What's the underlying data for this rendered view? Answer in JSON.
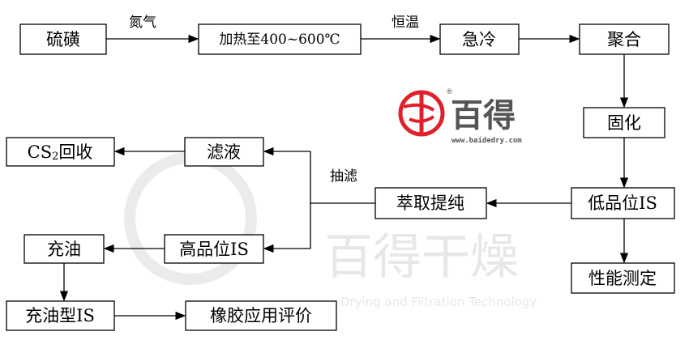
{
  "nodes": {
    "sulfur": "硫磺",
    "heat": "加热至400~600℃",
    "quench": "急冷",
    "hidden": "聚合",
    "cure": "固化",
    "low_is": "低品位IS",
    "test": "性能测定",
    "extract": "萃取提纯",
    "filtrate": "滤液",
    "cs2_main": "CS",
    "cs2_sub": "2",
    "cs2_tail": "回收",
    "high_is": "高品位IS",
    "oil": "充油",
    "oil_is": "充油型IS",
    "rubber": "橡胶应用评价"
  },
  "edge_labels": {
    "nitrogen": "氮气",
    "constant_temp": "恒温",
    "filter": "抽滤"
  },
  "logo": {
    "name": "百得",
    "url": "www.baidedry.com",
    "color": "#e0202a"
  },
  "watermark": {
    "name": "百得干燥",
    "tagline": "Drying and Filtration Technology"
  }
}
